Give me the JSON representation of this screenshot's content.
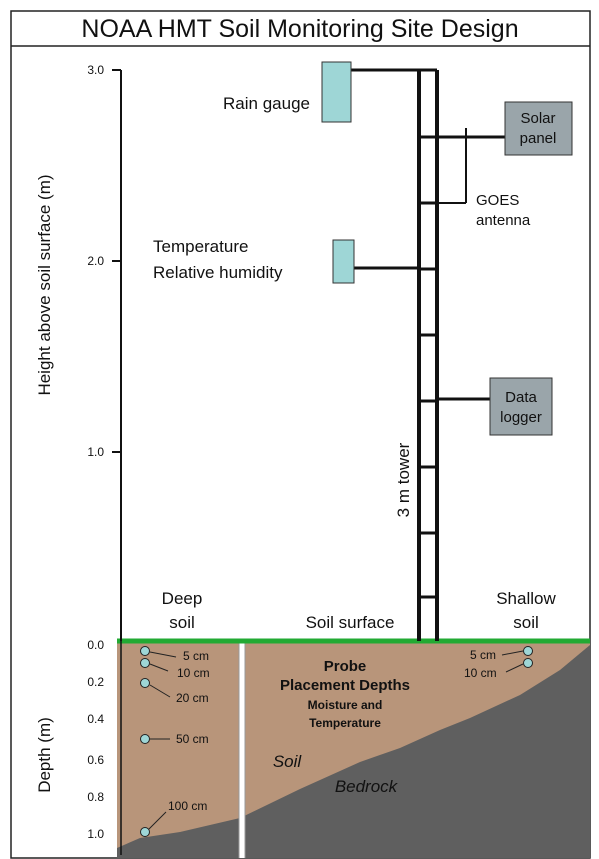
{
  "title": "NOAA HMT Soil Monitoring Site Design",
  "axes": {
    "height_label": "Height above soil surface (m)",
    "depth_label": "Depth (m)",
    "height_ticks": [
      "3.0",
      "2.0",
      "1.0"
    ],
    "depth_ticks": [
      "0.0",
      "0.2",
      "0.4",
      "0.6",
      "0.8",
      "1.0"
    ]
  },
  "instruments": {
    "rain_gauge": "Rain gauge",
    "temperature": "Temperature",
    "humidity": "Relative humidity",
    "solar_line1": "Solar",
    "solar_line2": "panel",
    "goes_line1": "GOES",
    "goes_line2": "antenna",
    "logger_line1": "Data",
    "logger_line2": "logger",
    "tower": "3 m tower"
  },
  "soil": {
    "deep_line1": "Deep",
    "deep_line2": "soil",
    "surface": "Soil surface",
    "shallow_line1": "Shallow",
    "shallow_line2": "soil",
    "probe_line1": "Probe",
    "probe_line2": "Placement Depths",
    "probe_line3": "Moisture and",
    "probe_line4": "Temperature",
    "soil_label": "Soil",
    "bedrock_label": "Bedrock"
  },
  "deep_probes": [
    "5 cm",
    "10 cm",
    "20 cm",
    "50 cm",
    "100 cm"
  ],
  "shallow_probes": [
    "5 cm",
    "10 cm"
  ],
  "colors": {
    "soil": "#b8957a",
    "bedrock": "#5f5f5f",
    "surface_line": "#22aa33",
    "instrument_cyan": "#9ed6d6",
    "instrument_gray": "#9aa5aa"
  }
}
